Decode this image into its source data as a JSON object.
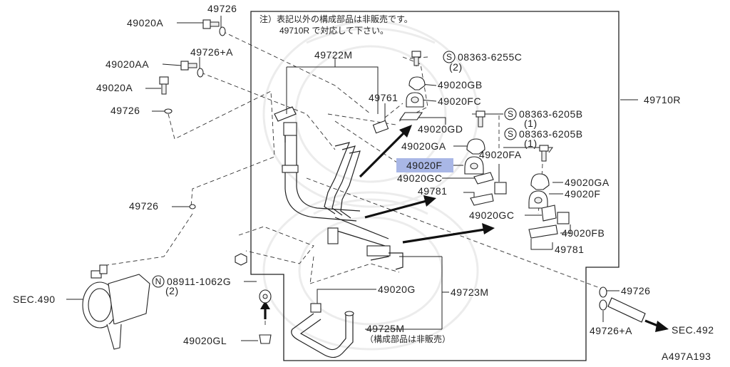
{
  "diagram": {
    "note_line1": "注）表記以外の構成部品は非販売です。",
    "note_line2": "49710R で対応して下さい。",
    "code": "A497A193",
    "labels": {
      "p49020A_top": "49020A",
      "p49726_top": "49726",
      "p49020AA": "49020AA",
      "p49726A_top": "49726+A",
      "p49020A_mid": "49020A",
      "p49726_mid": "49726",
      "p49726_left": "49726",
      "p49722M": "49722M",
      "p49761": "49761",
      "p49710R": "49710R",
      "bolt1": "08363-6255C",
      "bolt1_qty": "(2)",
      "p49020GB": "49020GB",
      "p49020FC": "49020FC",
      "p49020GD": "49020GD",
      "bolt2": "08363-6205B",
      "bolt2_qty": "(1)",
      "bolt3": "08363-6205B",
      "bolt3_qty": "(1)",
      "p49020GA_a": "49020GA",
      "p49020FA": "49020FA",
      "p49020F_a": "49020F",
      "p49020GC_a": "49020GC",
      "p49781_a": "49781",
      "p49020GA_b": "49020GA",
      "p49020F_b": "49020F",
      "p49020GC_b": "49020GC",
      "p49020FB": "49020FB",
      "p49781_b": "49781",
      "nut": "08911-1062G",
      "nut_qty": "(2)",
      "sec490": "SEC.490",
      "p49020G": "49020G",
      "p49723M": "49723M",
      "p49725M": "49725M",
      "p49725M_note": "（構成部品は非販売）",
      "p49020GL": "49020GL",
      "p49726_right": "49726",
      "p49726A_right": "49726+A",
      "sec492": "SEC.492"
    },
    "symbols": {
      "s": "S",
      "n": "N"
    },
    "highlight_color": "#a9b7e6"
  }
}
